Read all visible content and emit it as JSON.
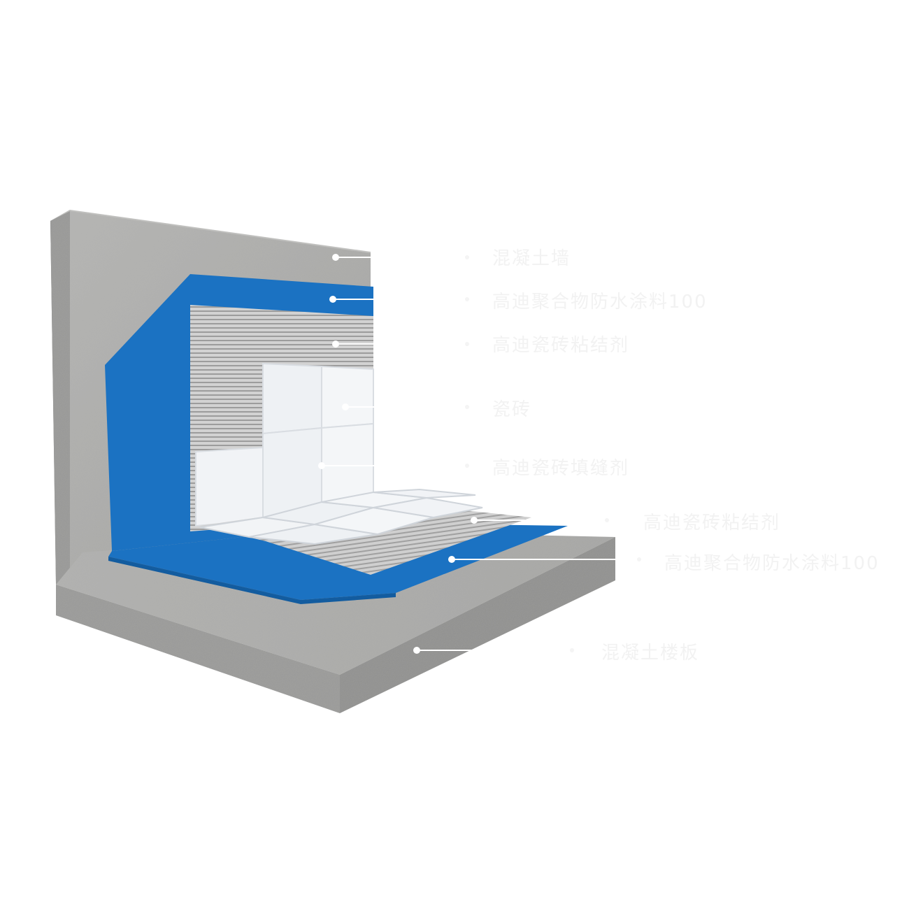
{
  "diagram": {
    "colors": {
      "concrete": "#a9a9a7",
      "concrete_dark": "#8f8f8d",
      "concrete_light": "#bdbdbb",
      "membrane_blue": "#1b72c2",
      "membrane_blue_dark": "#135c9f",
      "adhesive_grey": "#c9c9c9",
      "tile_white": "#f3f5f7",
      "label_text": "#f2f2f2"
    },
    "callouts": [
      {
        "id": "concrete-wall",
        "text": "混凝土墙"
      },
      {
        "id": "wall-membrane",
        "text": "高迪聚合物防水涂料100"
      },
      {
        "id": "wall-adhesive",
        "text": "高迪瓷砖粘结剂"
      },
      {
        "id": "wall-tile",
        "text": "瓷砖"
      },
      {
        "id": "tile-grout",
        "text": "高迪瓷砖填缝剂"
      },
      {
        "id": "floor-adhesive",
        "text": "高迪瓷砖粘结剂"
      },
      {
        "id": "floor-membrane",
        "text": "高迪聚合物防水涂料100"
      },
      {
        "id": "concrete-slab",
        "text": "混凝土楼板"
      }
    ]
  }
}
